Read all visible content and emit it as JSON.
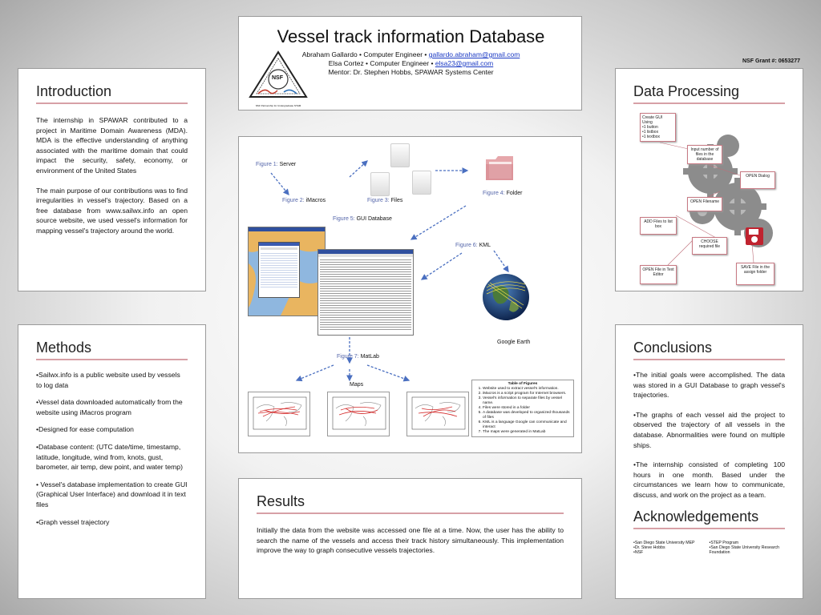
{
  "header": {
    "title": "Vessel track information Database",
    "author1": "Abraham Gallardo • Computer Engineer • ",
    "email1": "gallardo.abraham@gmail.com",
    "author2": "Elsa Cortez • Computer Engineer • ",
    "email2": "elsa23@gmail.com",
    "mentor": "Mentor: Dr. Stephen Hobbs, SPAWAR Systems Center",
    "logo_text": "NSF",
    "logo_caption": "NSF Partnership for Undergraduate STEM"
  },
  "grant": "NSF Grant #: 0653277",
  "introduction": {
    "title": "Introduction",
    "paragraphs": [
      "The internship in SPAWAR contributed to a project in Maritime Domain Awareness (MDA). MDA is the effective understanding of anything associated with the maritime domain that could impact the security, safety, economy, or environment of the United States",
      "The main purpose of our contributions was to find irregularities in vessel's trajectory. Based on a free database from www.sailwx.info an open source website, we used vessel's information for mapping vessel's trajectory around the world."
    ]
  },
  "methods": {
    "title": "Methods",
    "items": [
      "•Sailwx.info is a public website used by vessels to log data",
      "•Vessel data downloaded automatically from the website using iMacros program",
      "•Designed for ease computation",
      "•Database content: (UTC date/time, timestamp, latitude, longitude, wind from, knots, gust, barometer, air temp, dew point, and water temp)",
      "• Vessel's database implementation to create GUI (Graphical User Interface) and download it in text files",
      "•Graph vessel trajectory"
    ]
  },
  "figures": {
    "fig1_prefix": "Figure 1: ",
    "fig1_name": "Server",
    "fig2_prefix": "Figure 2: ",
    "fig2_name": "iMacros",
    "fig3_prefix": "Figure 3: ",
    "fig3_name": "Files",
    "fig4_prefix": "Figure 4: ",
    "fig4_name": "Folder",
    "fig5_prefix": "Figure 5: ",
    "fig5_name": "GUI Database",
    "fig6_prefix": "Figure 6: ",
    "fig6_name": "KML",
    "fig7_prefix": "Figure 7: ",
    "fig7_name": "MatLab",
    "google_earth": "Google Earth",
    "maps": "Maps",
    "table_title": "Table of Figures",
    "table_items": [
      "Website used to extract vessel's information.",
      "iMacros is a script program for Internet browsers.",
      "Vessel's information to separate files by vessel name.",
      "Files were stored in a folder",
      "A database was developed to organized thousands of files",
      "KML is a language Google can communicate and interact",
      "The maps were generated in MatLab"
    ]
  },
  "results": {
    "title": "Results",
    "text": "Initially the data from the website was accessed one file at a time. Now, the user has the ability to search the name of the vessels and access their track history simultaneously. This implementation improve the way to graph consecutive vessels trajectories."
  },
  "data_processing": {
    "title": "Data Processing",
    "box1_lines": [
      "Create GUI Using",
      "•1 button",
      "•1 listbox",
      "•1 textbox"
    ],
    "box2": "Input number of files in the database",
    "box3": "OPEN Dialog",
    "box4": "OPEN Filename",
    "box5": "ADD Files to list box",
    "box6": "CHOOSE required file",
    "box7": "OPEN File in Text Editor",
    "box8": "SAVE File in the assign folder"
  },
  "conclusions": {
    "title": "Conclusions",
    "paragraphs": [
      "•The initial goals were accomplished. The data was stored in a GUI Database to graph vessel's trajectories.",
      "•The graphs of each vessel aid the project to observed the trajectory of all vessels in the database. Abnormalities were found on multiple ships.",
      "•The internship consisted of completing 100 hours in one month. Based under the circumstances we learn how to communicate, discuss, and work on the project as a team."
    ]
  },
  "acknowledgements": {
    "title": "Acknowledgements",
    "left": [
      "•San Diego State University MEP",
      "•Dr. Steve Hobbs",
      "•NSF"
    ],
    "right": [
      "•STEP Program",
      "•San Diego State University Research Foundation"
    ]
  },
  "colors": {
    "accent_rule": "#d7a0a6",
    "link": "#1a39c4",
    "figure_label": "#5566aa",
    "flow_border": "#c87a84",
    "arrow": "#4a6fc0"
  }
}
